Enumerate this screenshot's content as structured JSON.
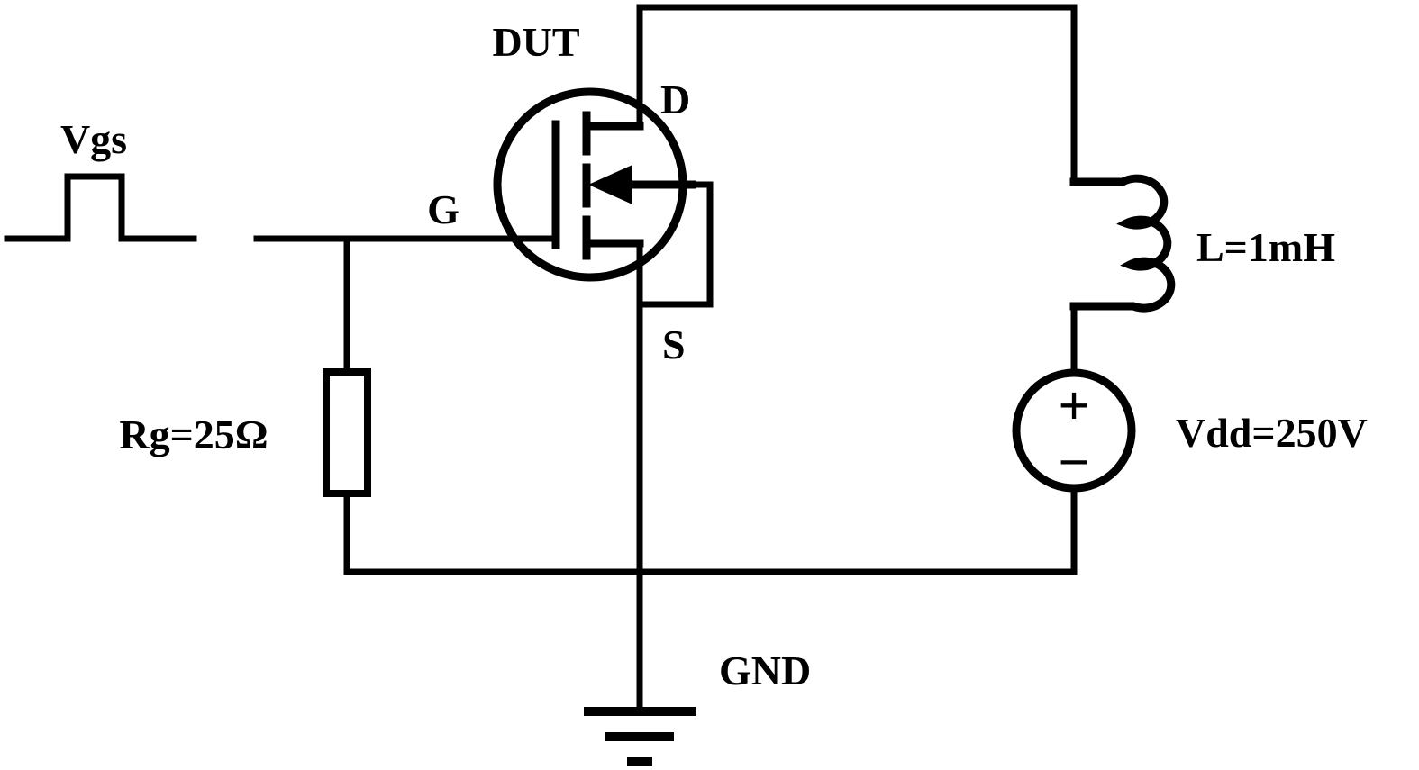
{
  "schematic": {
    "type": "circuit-schematic",
    "stroke_color": "#000000",
    "background_color": "#ffffff",
    "labels": {
      "dut": "DUT",
      "vgs": "Vgs",
      "gate": "G",
      "drain": "D",
      "source": "S",
      "gate_resistor": "Rg=25Ω",
      "inductor": "L=1mH",
      "supply": "Vdd=250V",
      "supply_plus": "+",
      "supply_minus": "−",
      "ground": "GND"
    }
  }
}
